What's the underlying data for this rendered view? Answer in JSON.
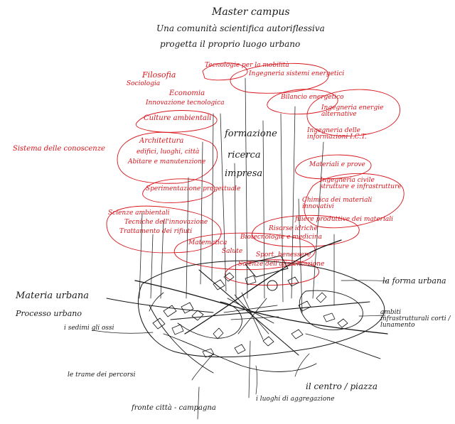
{
  "title": {
    "heading": "Master campus",
    "line1": "Una comunità scientifica autoriflessiva",
    "line2": "progetta il proprio luogo urbano"
  },
  "core": {
    "formazione": "formazione",
    "ricerca": "ricerca",
    "impresa": "impresa"
  },
  "red_labels": {
    "sistema": "Sistema delle conoscenze",
    "filosofia": "Filosofia",
    "sociologia": "Sociologia",
    "tecnologie": "Tecnologie per la mobilità",
    "ingegneria_sistemi": "Ingegneria sistemi energetici",
    "economia": "Economia",
    "innovazione": "Innovazione tecnologica",
    "bilancio": "Bilancio energetico",
    "culture": "Culture ambientali",
    "ingegneria_energie": "Ingegneria energie alternative",
    "ingegneria_ict": "Ingegneria delle informazioni I.C.T.",
    "architettura": "Architettura",
    "edifici": "edifici, luoghi, città",
    "abitare": "Abitare e manutenzione",
    "materiali": "Materiali e prove",
    "ingegneria_civile": "Ingegneria civile strutture e infrastrutture",
    "chimica": "Chimica dei materiali innovativi",
    "sperimentazione": "Sperimentazione progettuale",
    "scienze": "Scienze ambientali",
    "tecniche": "Tecniche dell'innovazione",
    "trattamento": "Trattamento dei rifiuti",
    "filiere": "filiere produttive dei materiali",
    "risorse": "Risorse idriche",
    "matematica": "Matematica",
    "biotecnologie": "Biotecnologie e medicina",
    "salute": "Salute",
    "sport": "Sport, benessere",
    "scienze_alimentazione": "Scienze dell'alimentazione"
  },
  "black_labels": {
    "materia": "Materia urbana",
    "processo": "Processo urbano",
    "forma": "la forma urbana",
    "sedimi": "i sedimi gli ossi",
    "ambiti": "ambiti infrastrutturali corti / lunamento",
    "trame": "le trame dei percorsi",
    "centro": "il centro / piazza",
    "luoghi": "i luoghi di aggregazione",
    "fronte": "fronte città - campagna"
  }
}
